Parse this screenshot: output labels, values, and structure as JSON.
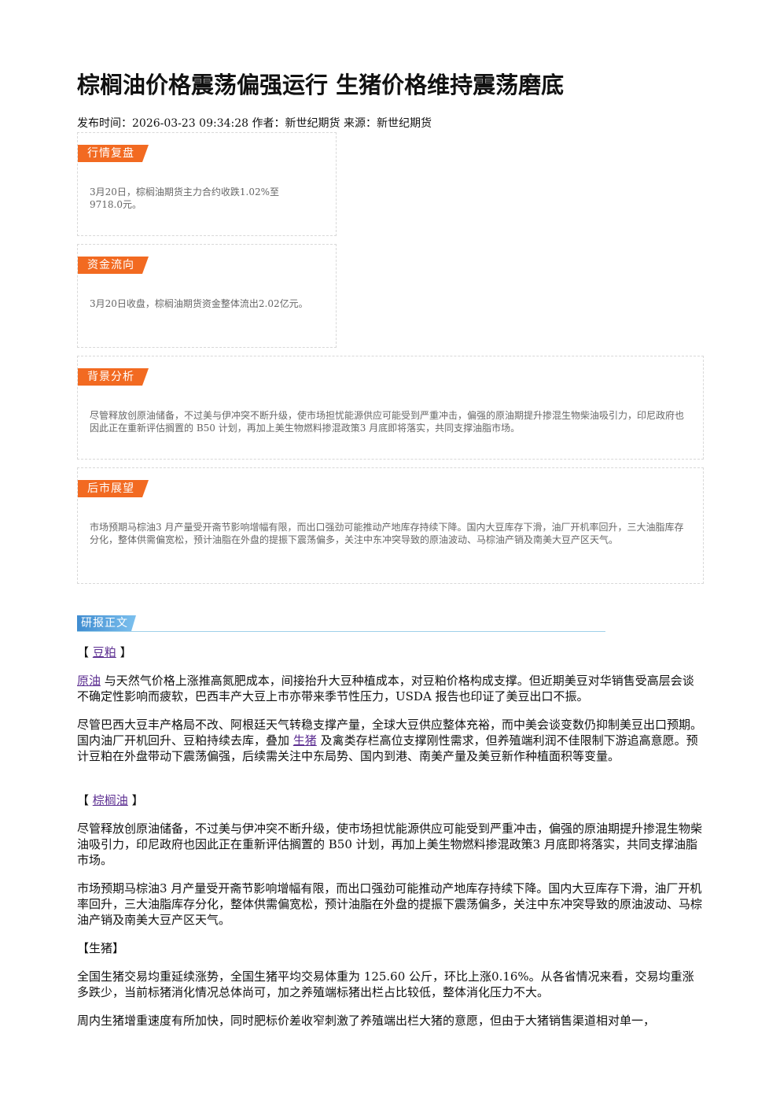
{
  "title": "棕榈油价格震荡偏强运行 生猪价格维持震荡磨底",
  "meta": "发布时间：2026-03-23 09:34:28 作者：新世纪期货 来源：新世纪期货",
  "cards": {
    "market_review": {
      "tag": "行情复盘",
      "text": "3月20日，棕榈油期货主力合约收跌1.02%至9718.0元。"
    },
    "fund_flow": {
      "tag": "资金流向",
      "text": "3月20日收盘，棕榈油期货资金整体流出2.02亿元。"
    },
    "background": {
      "tag": "背景分析",
      "text": "尽管释放创原油储备，不过美与伊冲突不断升级，使市场担忧能源供应可能受到严重冲击，偏强的原油期提升掺混生物柴油吸引力，印尼政府也因此正在重新评估搁置的 B50 计划，再加上美生物燃料掺混政策3 月底即将落实，共同支撑油脂市场。"
    },
    "outlook": {
      "tag": "后市展望",
      "text": "市场预期马棕油3 月产量受开斋节影响增幅有限，而出口强劲可能推动产地库存持续下降。国内大豆库存下滑，油厂开机率回升，三大油脂库存分化，整体供需偏宽松，预计油脂在外盘的提振下震荡偏多，关注中东冲突导致的原油波动、马棕油产销及南美大豆产区天气。"
    }
  },
  "report": {
    "section_label": "研报正文",
    "soymeal": {
      "bracket_open": "【",
      "link": "豆粕",
      "bracket_close": "】",
      "p1_link": "原油",
      "p1_text": "与天然气价格上涨推高氮肥成本，间接抬升大豆种植成本，对豆粕价格构成支撑。但近期美豆对华销售受高层会谈不确定性影响而疲软，巴西丰产大豆上市亦带来季节性压力，USDA 报告也印证了美豆出口不振。",
      "p2_before": "尽管巴西大豆丰产格局不改、阿根廷天气转稳支撑产量，全球大豆供应整体充裕，而中美会谈变数仍抑制美豆出口预期。国内油厂开机回升、豆粕持续去库，叠加",
      "p2_link": "生猪",
      "p2_after": "及禽类存栏高位支撑刚性需求，但养殖端利润不佳限制下游追高意愿。预计豆粕在外盘带动下震荡偏强，后续需关注中东局势、国内到港、南美产量及美豆新作种植面积等变量。"
    },
    "palm": {
      "bracket_open": "【",
      "link": "棕榈油",
      "bracket_close": "】",
      "p1": "尽管释放创原油储备，不过美与伊冲突不断升级，使市场担忧能源供应可能受到严重冲击，偏强的原油期提升掺混生物柴油吸引力，印尼政府也因此正在重新评估搁置的 B50 计划，再加上美生物燃料掺混政策3 月底即将落实，共同支撑油脂市场。",
      "p2": "市场预期马棕油3 月产量受开斋节影响增幅有限，而出口强劲可能推动产地库存持续下降。国内大豆库存下滑，油厂开机率回升，三大油脂库存分化，整体供需偏宽松，预计油脂在外盘的提振下震荡偏多，关注中东冲突导致的原油波动、马棕油产销及南美大豆产区天气。"
    },
    "hog": {
      "heading": "【生猪】",
      "p1": "全国生猪交易均重延续涨势，全国生猪平均交易体重为 125.60 公斤，环比上涨0.16%。从各省情况来看，交易均重涨多跌少，当前标猪消化情况总体尚可，加之养殖端标猪出栏占比较低，整体消化压力不大。",
      "p2": "周内生猪增重速度有所加快，同时肥标价差收窄刺激了养殖端出栏大猪的意愿，但由于大猪销售渠道相对单一，"
    }
  }
}
